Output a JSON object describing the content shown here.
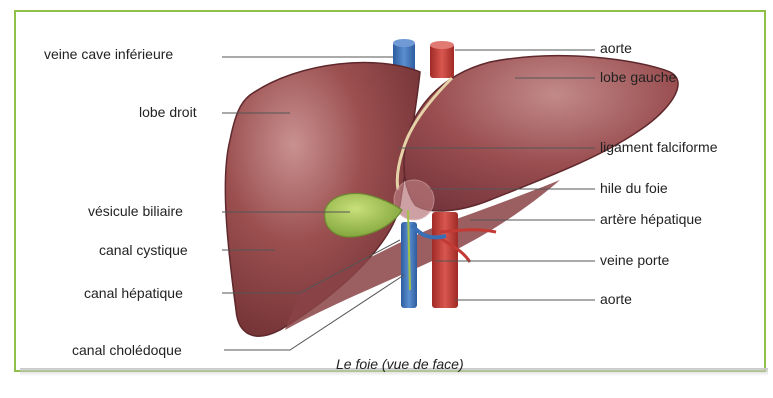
{
  "figure": {
    "caption": "Le foie (vue de face)",
    "colors": {
      "liver": "#9b4f4f",
      "liver_dark": "#6e2f33",
      "liver_light": "#c99191",
      "gallbladder": "#9fc247",
      "vein_blue": "#3b6fb5",
      "artery_red": "#c23a33",
      "frame_border": "#8fc14a",
      "leader_line": "#555555"
    }
  },
  "labels_left": {
    "veine_cave": "veine cave inférieure",
    "lobe_droit": "lobe droit",
    "vesicule": "vésicule biliaire",
    "canal_cystique": "canal cystique",
    "canal_hepatique": "canal hépatique",
    "canal_choledoque": "canal cholédoque"
  },
  "labels_right": {
    "aorte_top": "aorte",
    "lobe_gauche": "lobe gauche",
    "ligament": "ligament falciforme",
    "hile": "hile du foie",
    "artere_hepatique": "artère hépatique",
    "veine_porte": "veine porte",
    "aorte_bottom": "aorte"
  }
}
